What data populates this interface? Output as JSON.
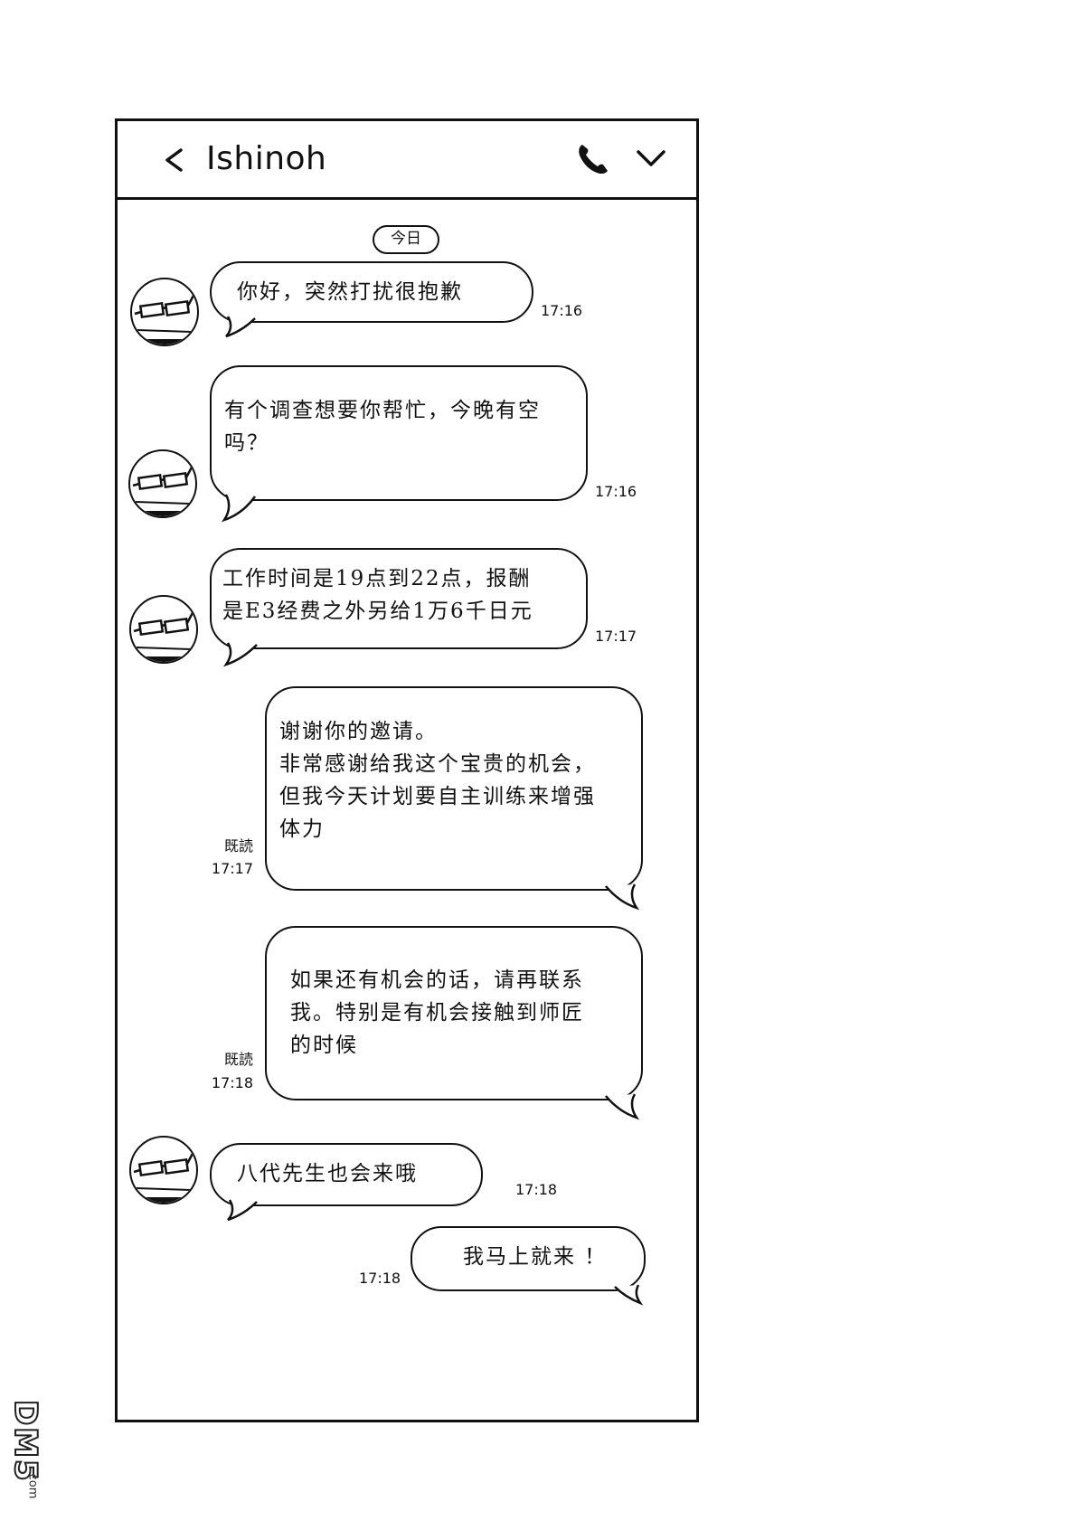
{
  "header": {
    "back_icon": "chevron-left-icon",
    "back_glyph": "<",
    "contact_name": "Ishinoh",
    "call_icon": "phone-icon",
    "menu_icon": "chevron-down-icon"
  },
  "date_separator": "今日",
  "messages": [
    {
      "side": "incoming",
      "lines": [
        "你好，突然打扰很抱歉"
      ],
      "time": "17:16"
    },
    {
      "side": "incoming",
      "lines": [
        "有个调查想要你帮忙，今晚有空",
        "吗？"
      ],
      "time": "17:16"
    },
    {
      "side": "incoming",
      "lines": [
        "工作时间是19点到22点，报酬",
        "是E3经费之外另给1万6千日元"
      ],
      "time": "17:17"
    },
    {
      "side": "outgoing",
      "lines": [
        "谢谢你的邀请。",
        "非常感谢给我这个宝贵的机会，",
        "但我今天计划要自主训练来增强",
        "体力"
      ],
      "read": "既読",
      "time": "17:17"
    },
    {
      "side": "outgoing",
      "lines": [
        "如果还有机会的话，请再联系",
        "我。特别是有机会接触到师匠",
        "的时候"
      ],
      "read": "既読",
      "time": "17:18"
    },
    {
      "side": "incoming",
      "lines": [
        "八代先生也会来哦"
      ],
      "time": "17:18"
    },
    {
      "side": "outgoing",
      "lines": [
        "我马上就来 ！"
      ],
      "time": "17:18"
    }
  ],
  "watermark": {
    "text": "DM5",
    "suffix": ".com"
  }
}
